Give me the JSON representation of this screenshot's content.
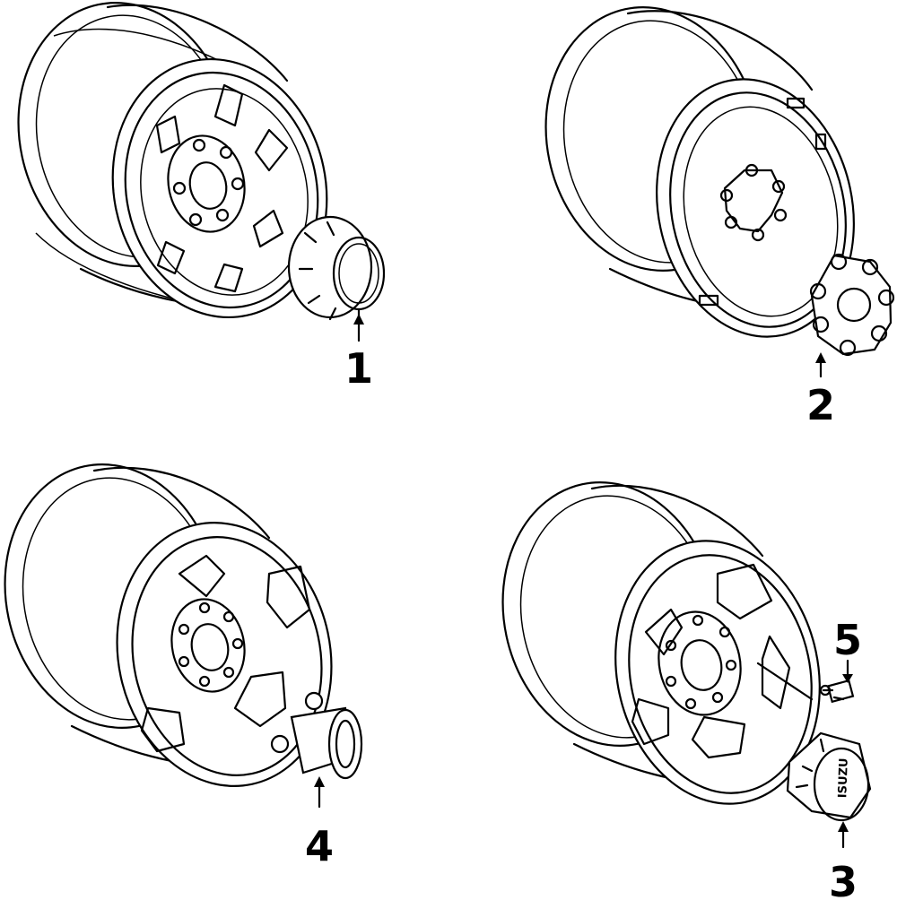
{
  "diagram": {
    "callouts": [
      {
        "id": "1",
        "label": "1"
      },
      {
        "id": "2",
        "label": "2"
      },
      {
        "id": "3",
        "label": "3"
      },
      {
        "id": "4",
        "label": "4"
      },
      {
        "id": "5",
        "label": "5"
      }
    ],
    "cap_text": "ISUZU",
    "colors": {
      "line": "#000000",
      "background": "#ffffff"
    },
    "icons": [
      "wheel-rim",
      "center-cap",
      "lug-nut-cover",
      "hub-cap",
      "valve-stem"
    ]
  }
}
